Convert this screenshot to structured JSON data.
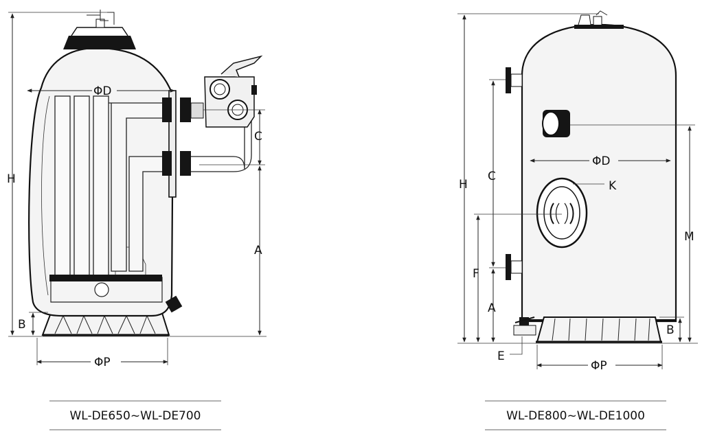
{
  "figures": [
    {
      "caption": "WL-DE650~WL-DE700",
      "labels": {
        "diameter": "ΦD",
        "height": "H",
        "c": "C",
        "a": "A",
        "b": "B",
        "base": "ΦP"
      }
    },
    {
      "caption": "WL-DE800~WL-DE1000",
      "labels": {
        "height": "H",
        "c": "C",
        "diameter": "ΦD",
        "k": "K",
        "m": "M",
        "f": "F",
        "a": "A",
        "b": "B",
        "e": "E",
        "base": "ΦP"
      }
    }
  ],
  "colors": {
    "tank_fill": "#f4f4f4",
    "line": "#111111",
    "dark_part": "#151515"
  }
}
